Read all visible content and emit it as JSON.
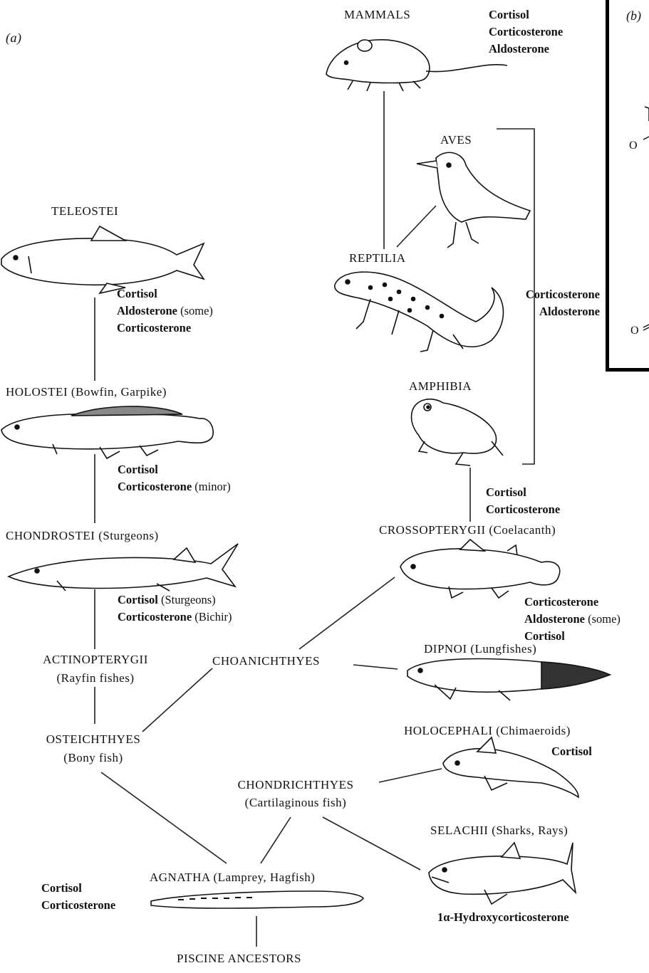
{
  "panel_labels": {
    "a": "(a)",
    "b": "(b)"
  },
  "taxa": {
    "mammals": "MAMMALS",
    "aves": "AVES",
    "reptilia": "REPTILIA",
    "amphibia": "AMPHIBIA",
    "crossopterygii": "CROSSOPTERYGII (Coelacanth)",
    "dipnoi": "DIPNOI  (Lungfishes)",
    "choanichthyes": "CHOANICHTHYES",
    "holocephali": "HOLOCEPHALI (Chimaeroids)",
    "selachii": "SELACHII (Sharks, Rays)",
    "chondrichthyes_1": "CHONDRICHTHYES",
    "chondrichthyes_2": "(Cartilaginous fish)",
    "teleostei": "TELEOSTEI",
    "holostei": "HOLOSTEI  (Bowfin, Garpike)",
    "chondrostei": "CHONDROSTEI  (Sturgeons)",
    "actinopterygii_1": "ACTINOPTERYGII",
    "actinopterygii_2": "(Rayfin fishes)",
    "osteichthyes_1": "OSTEICHTHYES",
    "osteichthyes_2": "(Bony fish)",
    "agnatha": "AGNATHA (Lamprey, Hagfish)",
    "piscine": "PISCINE ANCESTORS"
  },
  "hormones": {
    "mammals": [
      "Cortisol",
      "Corticosterone",
      "Aldosterone"
    ],
    "tetrapods": [
      "Corticosterone",
      "Aldosterone"
    ],
    "amphibia": [
      "Cortisol",
      "Corticosterone"
    ],
    "coelacanth": {
      "h1": "Corticosterone",
      "h2": "Aldosterone",
      "h2_note": " (some)",
      "h3": "Cortisol"
    },
    "teleostei": {
      "h1": "Cortisol",
      "h2": "Aldosterone",
      "h2_note": " (some)",
      "h3": "Corticosterone"
    },
    "holostei": {
      "h1": "Cortisol",
      "h2": "Corticosterone",
      "h2_note": " (minor)"
    },
    "chondrostei": {
      "h1": "Cortisol",
      "h1_note": " (Sturgeons)",
      "h2": "Corticosterone",
      "h2_note": " (Bichir)"
    },
    "holocephali": "Cortisol",
    "selachii": "1α-Hydroxycorticosterone",
    "agnatha": [
      "Cortisol",
      "Corticosterone"
    ]
  },
  "panel_b_fragments": {
    "o1": "O",
    "o2": "O"
  }
}
